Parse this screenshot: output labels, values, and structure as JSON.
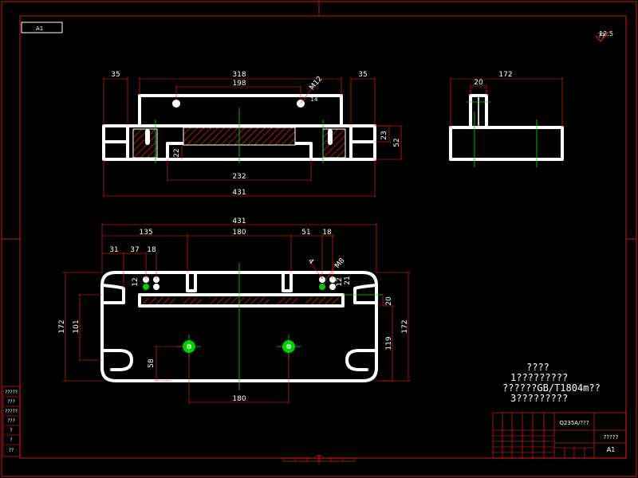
{
  "sheet": {
    "sheet_label": "A1",
    "title_tag": "A1",
    "roughness": "12.5"
  },
  "colors": {
    "background": "#000000",
    "frame": "#ff2020",
    "outline": "#ffffff",
    "centerline": "#00e000"
  },
  "front_view": {
    "dims": {
      "left_35": "35",
      "overall_318": "318",
      "holes_198": "198",
      "thread_m12": "M12",
      "right_35": "35",
      "height_23": "23",
      "height_52": "52",
      "slot_22": "22",
      "slot_232": "232",
      "overall_431": "431",
      "small_14": "14"
    }
  },
  "side_view": {
    "dims": {
      "width_172": "172",
      "boss_20": "20"
    }
  },
  "top_view": {
    "dims": {
      "overall_431": "431",
      "d135": "135",
      "d180": "180",
      "d51": "51",
      "d18_right": "18",
      "d31": "31",
      "d37": "37",
      "d18_left": "18",
      "thread_m8": "M8",
      "d4": "4",
      "d12_left": "12",
      "d12_right": "12",
      "d21": "21",
      "d20": "20",
      "h172_left": "172",
      "h101": "101",
      "h58": "58",
      "h119": "119",
      "h172_right": "172",
      "d180_bottom": "180"
    }
  },
  "notes": {
    "heading": "????",
    "line1": "1?????????",
    "line2": "??????GB/T1804m??",
    "line3": "3?????????"
  },
  "title_block": {
    "material": "Q235A/???",
    "name": "?????",
    "format": "A1"
  },
  "left_strip": {
    "items": [
      "?????",
      "???",
      "?????",
      "???",
      "?",
      "?",
      "??"
    ]
  }
}
